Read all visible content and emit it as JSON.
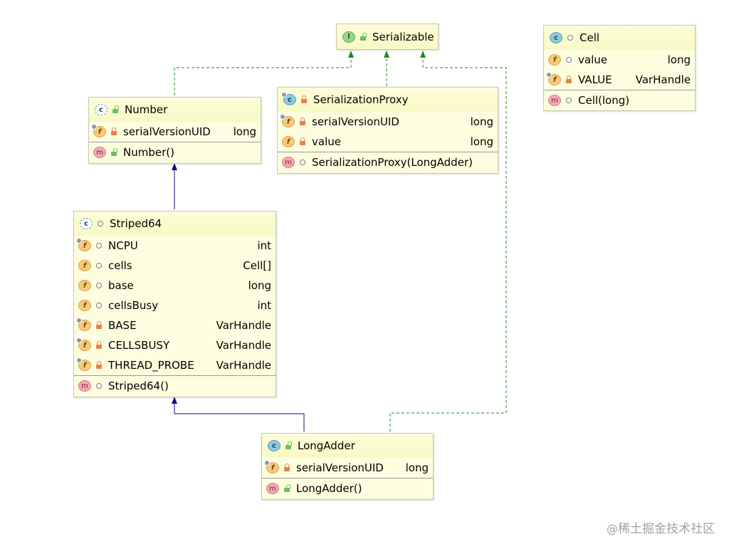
{
  "nodes": {
    "serializable": {
      "kind": "interface",
      "name": "Serializable",
      "visibility": "public"
    },
    "cell": {
      "kind": "class",
      "name": "Cell",
      "visibility": "package",
      "fields": [
        {
          "name": "value",
          "type": "long",
          "visibility": "package",
          "static": false
        },
        {
          "name": "VALUE",
          "type": "VarHandle",
          "visibility": "private",
          "static": true
        }
      ],
      "methods": [
        {
          "name": "Cell(long)",
          "visibility": "package"
        }
      ]
    },
    "number": {
      "kind": "abstract-class",
      "name": "Number",
      "visibility": "public",
      "fields": [
        {
          "name": "serialVersionUID",
          "type": "long",
          "visibility": "private",
          "static": true
        }
      ],
      "methods": [
        {
          "name": "Number()",
          "visibility": "public"
        }
      ]
    },
    "serializationProxy": {
      "kind": "class",
      "name": "SerializationProxy",
      "visibility": "private",
      "fields": [
        {
          "name": "serialVersionUID",
          "type": "long",
          "visibility": "private",
          "static": true
        },
        {
          "name": "value",
          "type": "long",
          "visibility": "private",
          "static": false
        }
      ],
      "methods": [
        {
          "name": "SerializationProxy(LongAdder)",
          "visibility": "package"
        }
      ]
    },
    "striped64": {
      "kind": "abstract-class",
      "name": "Striped64",
      "visibility": "package",
      "fields": [
        {
          "name": "NCPU",
          "type": "int",
          "visibility": "package",
          "static": true
        },
        {
          "name": "cells",
          "type": "Cell[]",
          "visibility": "package",
          "static": false
        },
        {
          "name": "base",
          "type": "long",
          "visibility": "package",
          "static": false
        },
        {
          "name": "cellsBusy",
          "type": "int",
          "visibility": "package",
          "static": false
        },
        {
          "name": "BASE",
          "type": "VarHandle",
          "visibility": "private",
          "static": true
        },
        {
          "name": "CELLSBUSY",
          "type": "VarHandle",
          "visibility": "private",
          "static": true
        },
        {
          "name": "THREAD_PROBE",
          "type": "VarHandle",
          "visibility": "private",
          "static": true
        }
      ],
      "methods": [
        {
          "name": "Striped64()",
          "visibility": "package"
        }
      ]
    },
    "longAdder": {
      "kind": "class",
      "name": "LongAdder",
      "visibility": "public",
      "fields": [
        {
          "name": "serialVersionUID",
          "type": "long",
          "visibility": "private",
          "static": true
        }
      ],
      "methods": [
        {
          "name": "LongAdder()",
          "visibility": "public"
        }
      ]
    }
  },
  "edges": [
    {
      "from": "number",
      "to": "serializable",
      "type": "implements"
    },
    {
      "from": "serializationProxy",
      "to": "serializable",
      "type": "implements"
    },
    {
      "from": "longAdder",
      "to": "serializable",
      "type": "implements"
    },
    {
      "from": "striped64",
      "to": "number",
      "type": "extends"
    },
    {
      "from": "longAdder",
      "to": "striped64",
      "type": "extends"
    }
  ],
  "colors": {
    "implements": "#1f8a1f",
    "extends": "#0c0c7a",
    "box_bg": "#fdfddf"
  },
  "icons": {
    "class": "class-icon",
    "interface": "interface-icon",
    "field": "field-icon",
    "method": "method-icon"
  },
  "watermark": {
    "at": "@",
    "text": "稀土掘金技术社区"
  }
}
